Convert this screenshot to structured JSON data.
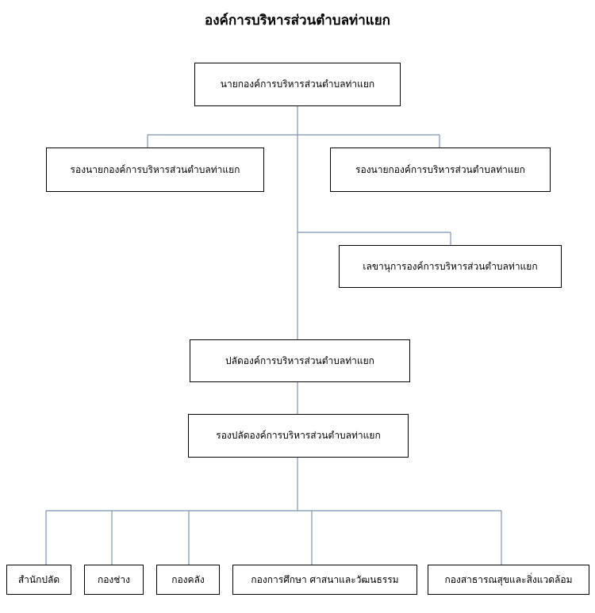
{
  "title": "องค์การบริหารส่วนตำบลท่าแยก",
  "nodes": {
    "mayor": "นายกองค์การบริหารส่วนตำบลท่าแยก",
    "deputy_mayor_left": "รองนายกองค์การบริหารส่วนตำบลท่าแยก",
    "deputy_mayor_right": "รองนายกองค์การบริหารส่วนตำบลท่าแยก",
    "secretary": "เลขานุการองค์การบริหารส่วนตำบลท่าแยก",
    "chief_administrator": "ปลัดองค์การบริหารส่วนตำบลท่าแยก",
    "deputy_chief_administrator": "รองปลัดองค์การบริหารส่วนตำบลท่าแยก",
    "departments": [
      "สำนักปลัด",
      "กองช่าง",
      "กองคลัง",
      "กองการศึกษา ศาสนาและวัฒนธรรม",
      "กองสาธารณสุขและสิ่งแวดล้อม"
    ]
  },
  "colors": {
    "connector": "#7b93b5",
    "border": "#000000"
  }
}
